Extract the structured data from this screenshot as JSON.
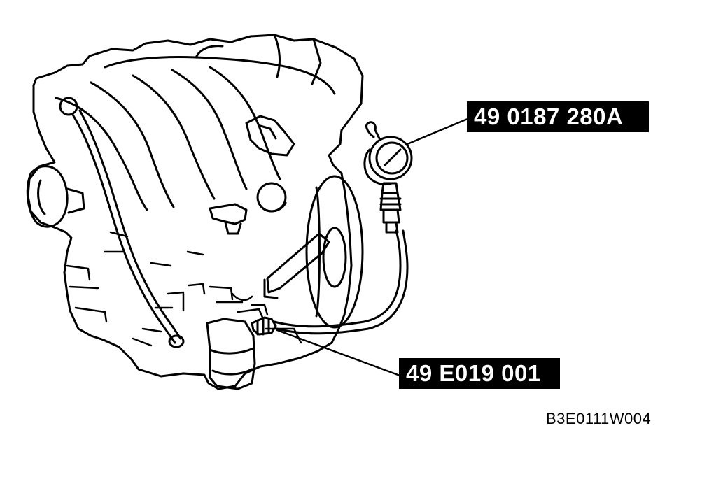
{
  "callouts": {
    "gauge_part_number": "49 0187 280A",
    "adapter_part_number": "49 E019 001"
  },
  "figure_code": "B3E0111W004",
  "colors": {
    "line": "#000000",
    "background": "#ffffff",
    "callout_background": "#000000",
    "callout_text": "#ffffff"
  }
}
